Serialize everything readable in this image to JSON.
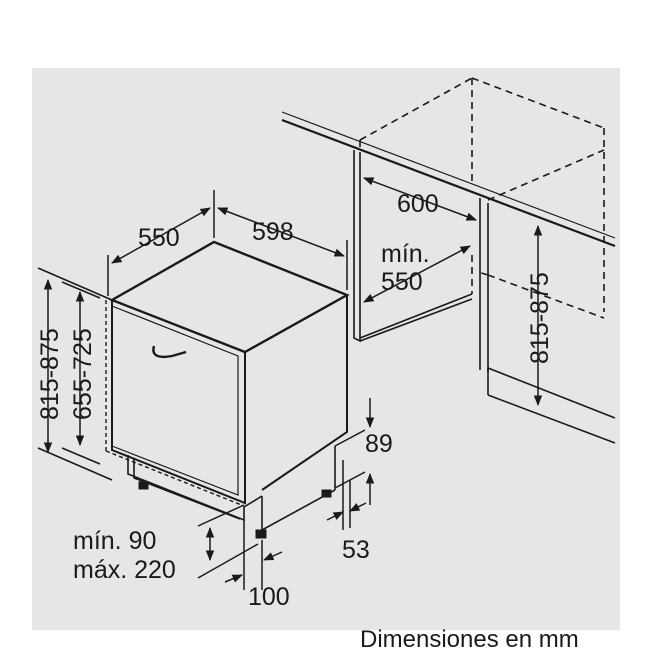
{
  "dimensions": {
    "depth": "550",
    "width": "598",
    "niche_width": "600",
    "niche_depth_min_label": "mín.",
    "niche_depth_min_value": "550",
    "niche_height": "815-875",
    "appliance_height": "815-875",
    "door_height": "655-725",
    "plinth_step": "89",
    "foot_setback": "53",
    "plinth_min": "mín. 90",
    "plinth_max": "máx. 220",
    "plinth_depth": "100"
  },
  "caption": "Dimensiones en mm",
  "colors": {
    "background_panel": "#e6e6e6",
    "line": "#1a1a1a"
  }
}
